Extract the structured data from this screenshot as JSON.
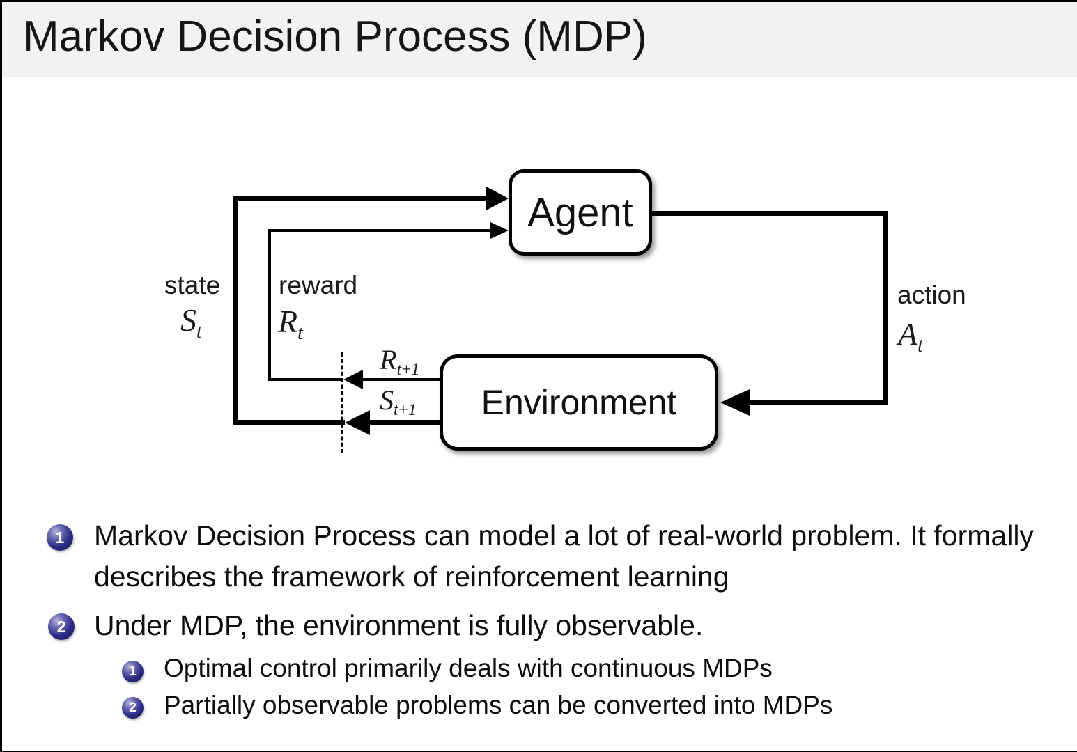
{
  "header": {
    "title": "Markov Decision Process (MDP)"
  },
  "diagram": {
    "agent": "Agent",
    "environment": "Environment",
    "state": {
      "word": "state",
      "sym": "S",
      "sub": "t"
    },
    "reward": {
      "word": "reward",
      "sym": "R",
      "sub": "t"
    },
    "action": {
      "word": "action",
      "sym": "A",
      "sub": "t"
    },
    "reward_next": {
      "sym": "R",
      "sub": "t+1"
    },
    "state_next": {
      "sym": "S",
      "sub": "t+1"
    }
  },
  "list": {
    "items": [
      {
        "marker": "1",
        "text": "Markov Decision Process can model a lot of real-world problem. It formally describes the framework of reinforcement learning"
      },
      {
        "marker": "2",
        "text": "Under MDP, the environment is fully observable."
      }
    ],
    "subitems": [
      {
        "marker": "1",
        "text": "Optimal control primarily deals with continuous MDPs"
      },
      {
        "marker": "2",
        "text": "Partially observable problems can be converted into MDPs"
      }
    ]
  },
  "colors": {
    "title_bar_bg": "#f2f2f2",
    "bullet_ball": "#22227a",
    "line_color": "#000000"
  }
}
